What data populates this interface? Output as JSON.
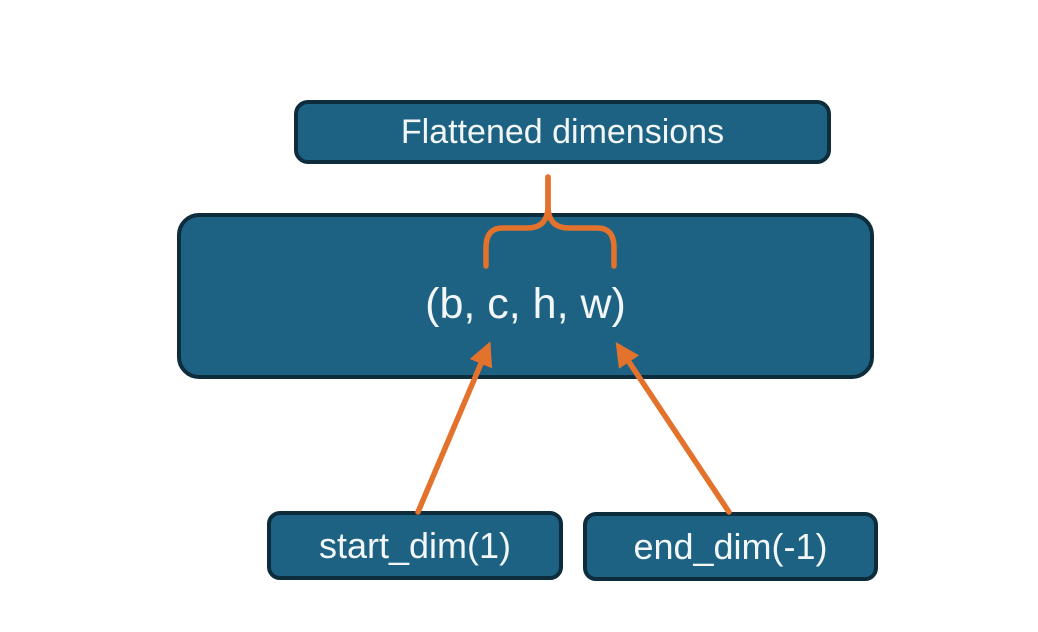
{
  "diagram": {
    "title_box": {
      "label": "Flattened dimensions"
    },
    "main_box": {
      "label": "(b, c, h, w)"
    },
    "start_box": {
      "label": "start_dim(1)"
    },
    "end_box": {
      "label": "end_dim(-1)"
    }
  },
  "colors": {
    "box_fill": "#1d6282",
    "box_border": "#0d2d3c",
    "accent": "#e3722c",
    "text": "#f2f6f6",
    "background": "#ffffff"
  }
}
